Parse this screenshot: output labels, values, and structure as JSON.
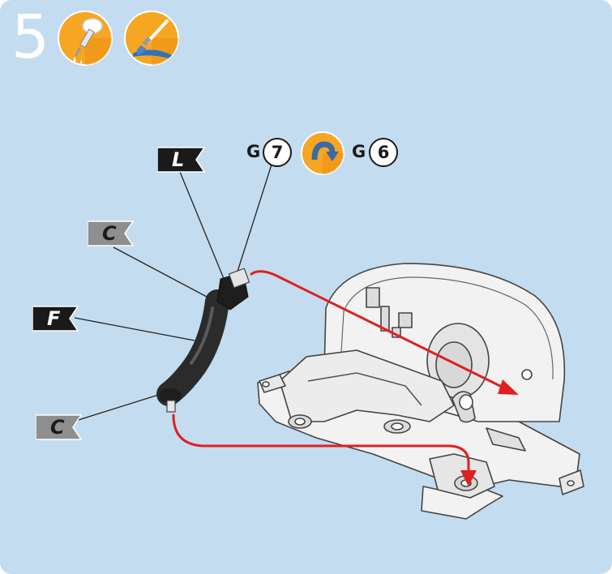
{
  "step": {
    "number": "5"
  },
  "tools": [
    {
      "icon": "oil-dropper-icon"
    },
    {
      "icon": "paintbrush-icon"
    }
  ],
  "labels": {
    "L": "L",
    "C_top": "C",
    "F": "F",
    "C_bottom": "C"
  },
  "rotation": {
    "from_prefix": "G",
    "from_number": "7",
    "icon": "rotate-arrow-icon",
    "to_prefix": "G",
    "to_number": "6"
  },
  "colors": {
    "background": "#c4dcef",
    "accent_orange": "#f5a623",
    "arrow_red": "#e02020",
    "part_dark": "#2b2b2b"
  }
}
